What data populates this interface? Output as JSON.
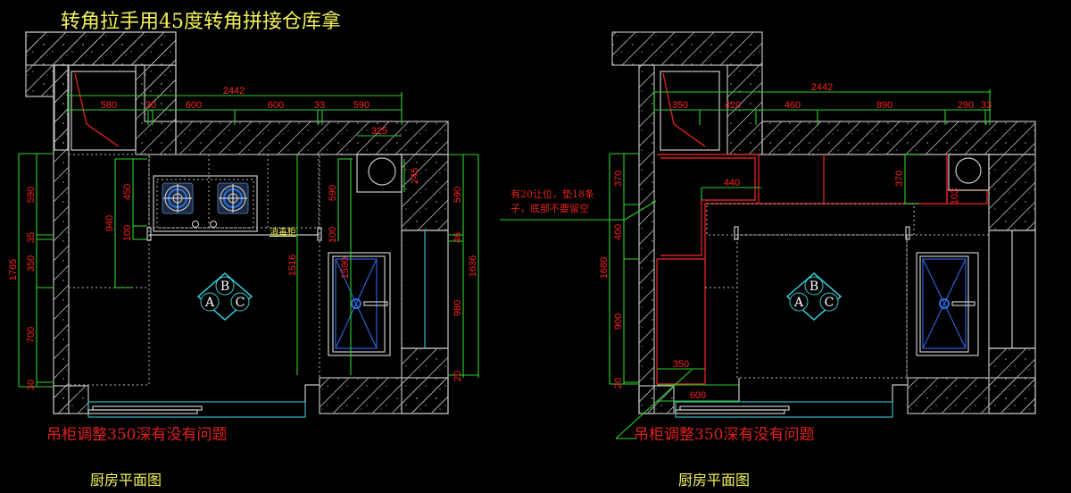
{
  "header": {
    "title": "转角拉手用45度转角拼接仓库拿"
  },
  "left_plan": {
    "caption": "厨房平面图",
    "note": "吊柜调整350深有没有问题",
    "appliance_label": "消毒柜",
    "logo_letters": [
      "A",
      "B",
      "C"
    ],
    "top_dims": {
      "overall": "2442",
      "segments": [
        "580",
        "30",
        "600",
        "600",
        "33",
        "590"
      ]
    },
    "vent_dim": "325",
    "vent_side_dim": "245",
    "left_outer_dims": {
      "overall": "1765",
      "segments": [
        "590",
        "35",
        "350",
        "700",
        "30"
      ]
    },
    "left_inner_dims": {
      "overall": "940",
      "segments": [
        "450",
        "100"
      ]
    },
    "center_dims": {
      "overall": "1516",
      "segments": [
        "590",
        "100"
      ]
    },
    "sink_dim": "1590",
    "right_dims": {
      "overall": "1636",
      "segments": [
        "590",
        "46",
        "980",
        "20"
      ]
    }
  },
  "right_plan": {
    "caption": "厨房平面图",
    "note": "吊柜调整350深有没有问题",
    "side_note_line1": "有20让位，垫18条",
    "side_note_line2": "子，底部不要留空",
    "logo_letters": [
      "A",
      "B",
      "C"
    ],
    "top_dims": {
      "overall": "2442",
      "segments": [
        "350",
        "420",
        "460",
        "890",
        "290",
        "33"
      ]
    },
    "left_dims": {
      "overall": "1680",
      "segments": [
        "370",
        "400",
        "900",
        "20"
      ]
    },
    "cabinet_dims": {
      "width": "440",
      "depth_a": "370",
      "depth_b": "103",
      "bottom_a": "350",
      "bottom_b": "600"
    }
  }
}
